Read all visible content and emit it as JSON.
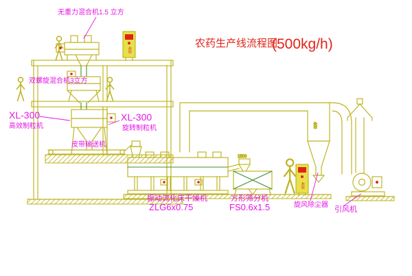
{
  "title": {
    "main": "农药生产线流程图",
    "capacity": "(500kg/h)"
  },
  "labels": {
    "top_mixer": "无重力混合机1.5 立方",
    "mid_mixer": "双螺旋混合机3立方",
    "granulator_left_model": "XL-300",
    "granulator_left_name": "高效制粒机",
    "granulator_model": "XL-300",
    "granulator_name": "旋转制粒机",
    "belt_conveyor": "皮带输送机",
    "dryer_name": "振动流化床干燥机",
    "dryer_model": "ZLG6x0.75",
    "sieve_name": "方形筛分机",
    "sieve_model": "FS0.6x1.5",
    "cyclone_name": "旋风除尘器",
    "fan_name": "引风机"
  },
  "annotations": {
    "panel_text": "400",
    "cyclone_dim": "400",
    "sieve_dim": "1500"
  },
  "colors": {
    "line": "#bdb21c",
    "green": "#3f8f2e",
    "red": "#e02318",
    "magenta": "#e516e5",
    "panel_fill": "#e8e04a",
    "background": "#ffffff"
  }
}
